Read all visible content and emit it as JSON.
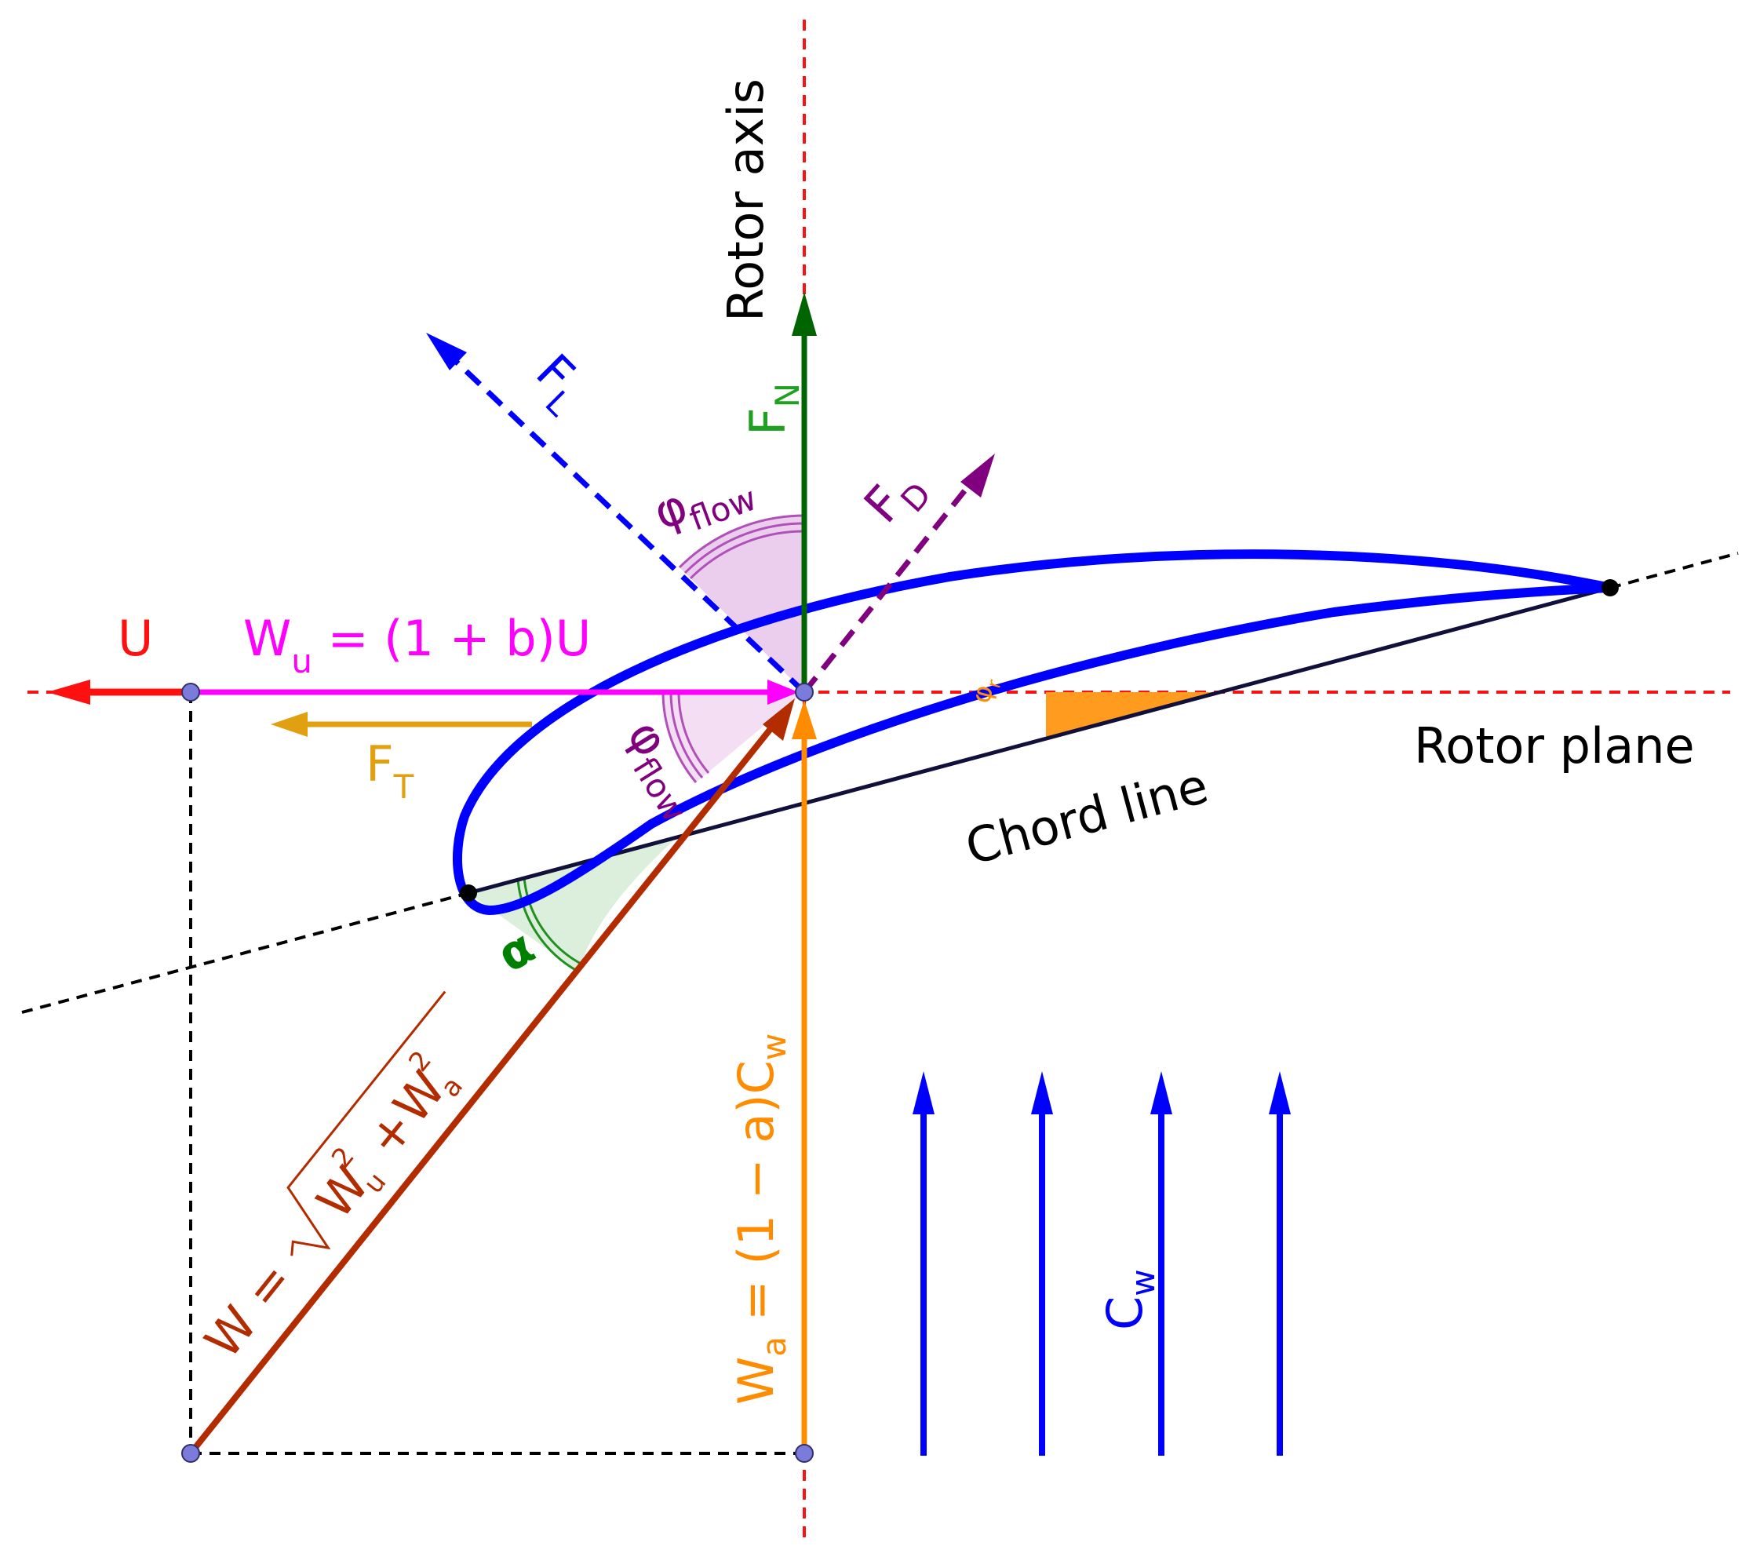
{
  "labels": {
    "rotor_axis": "Rotor axis",
    "rotor_plane": "Rotor plane",
    "chord_line": "Chord line",
    "u": "U",
    "wu_main": "W",
    "wu_sub": "u",
    "wu_rest": " = (1 + b)U",
    "ft_main": "F",
    "ft_sub": "T",
    "fn_main": "F",
    "fn_sub": "N",
    "fl_main": "F",
    "fl_sub": "L",
    "fd_main": "F",
    "fd_sub": "D",
    "phi_flow_sym": "φ",
    "phi_flow_sub": "flow",
    "phi_r_sym": "φ",
    "phi_r_sub": "r",
    "alpha": "α",
    "w_lhs": "W =",
    "w_term1": "W",
    "w_term1_sup": "2",
    "w_term1_sub": "u",
    "w_plus": "+",
    "w_term2": "W",
    "w_term2_sup": "2",
    "w_term2_sub": "a",
    "wa_main": "W",
    "wa_sub": "a",
    "wa_rest": " = (1 − a)C",
    "wa_sub2": "w",
    "cw_main": "C",
    "cw_sub": "w"
  },
  "colors": {
    "red": "#ff1010",
    "magenta": "#ff00ff",
    "gold": "#e0a010",
    "green": "#006400",
    "blue": "#0000ff",
    "purple": "#800080",
    "orange": "#ff8c00",
    "brown": "#b22c00",
    "black": "#000000",
    "point": "#7b7bdb"
  }
}
